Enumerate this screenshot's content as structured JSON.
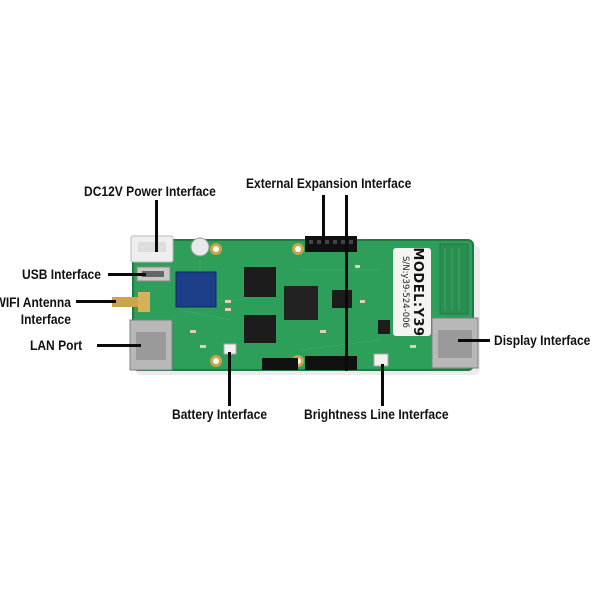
{
  "image": {
    "subject": "LED display controller board",
    "board_label": {
      "model": "MODEL:Y39",
      "serial": "S/N:y39-524-006"
    }
  },
  "callouts": {
    "dc_power": "DC12V Power Interface",
    "external_expansion": "External Expansion Interface",
    "usb": "USB Interface",
    "wifi_antenna_line1": "WIFI Antenna",
    "wifi_antenna_line2": "Interface",
    "lan_port": "LAN Port",
    "display": "Display Interface",
    "battery": "Battery Interface",
    "brightness_line": "Brightness Line Interface"
  },
  "colors": {
    "pcb": "#2e9e5b",
    "pcb_dark": "#1f7a44",
    "chip": "#1c1c1c",
    "connector_metal": "#b8b8b8",
    "leader_line": "#0a0a0a",
    "background": "#ffffff"
  }
}
